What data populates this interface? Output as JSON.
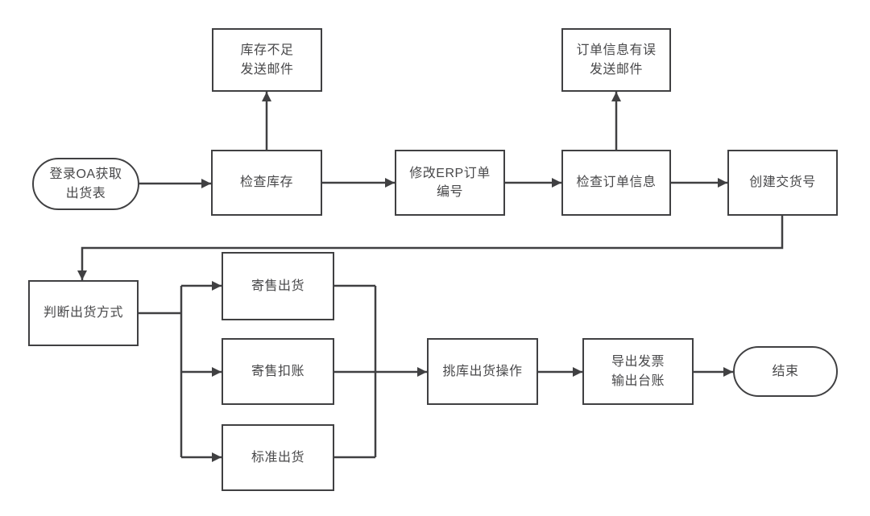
{
  "colors": {
    "line": "#404042",
    "text": "#48484a",
    "node_fill": "#ffffff",
    "background": "#ffffff"
  },
  "flowchart": {
    "nodes": {
      "start": {
        "label": "登录OA获取\n出货表",
        "shape": "stadium"
      },
      "stock_email": {
        "label": "库存不足\n发送邮件",
        "shape": "rect"
      },
      "check_stock": {
        "label": "检查库存",
        "shape": "rect"
      },
      "modify_erp_order": {
        "label": "修改ERP订单\n编号",
        "shape": "rect"
      },
      "order_info_email": {
        "label": "订单信息有误\n发送邮件",
        "shape": "rect"
      },
      "check_order_info": {
        "label": "检查订单信息",
        "shape": "rect"
      },
      "create_delivery_no": {
        "label": "创建交货号",
        "shape": "rect"
      },
      "judge_ship_mode": {
        "label": "判断出货方式",
        "shape": "rect"
      },
      "consignment_ship": {
        "label": "寄售出货",
        "shape": "rect"
      },
      "consignment_deduct": {
        "label": "寄售扣账",
        "shape": "rect"
      },
      "standard_ship": {
        "label": "标准出货",
        "shape": "rect"
      },
      "pick_ship_operate": {
        "label": "挑库出货操作",
        "shape": "rect"
      },
      "export_invoice_ledger": {
        "label": "导出发票\n输出台账",
        "shape": "rect"
      },
      "end": {
        "label": "结束",
        "shape": "stadium"
      }
    },
    "edges": [
      {
        "from": "start",
        "to": "check_stock"
      },
      {
        "from": "check_stock",
        "to": "stock_email"
      },
      {
        "from": "check_stock",
        "to": "modify_erp_order"
      },
      {
        "from": "modify_erp_order",
        "to": "check_order_info"
      },
      {
        "from": "check_order_info",
        "to": "order_info_email"
      },
      {
        "from": "check_order_info",
        "to": "create_delivery_no"
      },
      {
        "from": "create_delivery_no",
        "to": "judge_ship_mode"
      },
      {
        "from": "judge_ship_mode",
        "to": "consignment_ship"
      },
      {
        "from": "judge_ship_mode",
        "to": "consignment_deduct"
      },
      {
        "from": "judge_ship_mode",
        "to": "standard_ship"
      },
      {
        "from": "consignment_ship",
        "to": "pick_ship_operate"
      },
      {
        "from": "consignment_deduct",
        "to": "pick_ship_operate"
      },
      {
        "from": "standard_ship",
        "to": "pick_ship_operate"
      },
      {
        "from": "pick_ship_operate",
        "to": "export_invoice_ledger"
      },
      {
        "from": "export_invoice_ledger",
        "to": "end"
      }
    ]
  }
}
